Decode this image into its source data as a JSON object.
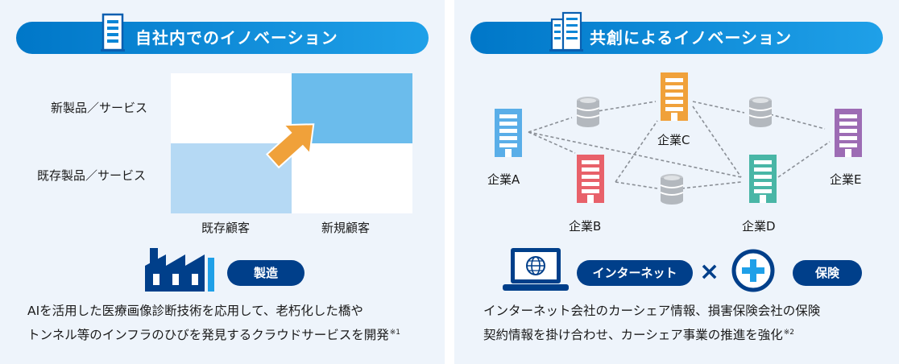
{
  "colors": {
    "title_bar": "#0a86d6",
    "matrix_dark": "#6bbcec",
    "matrix_light": "#b5d9f4",
    "arrow": "#f0a13a",
    "badge": "#003f8a",
    "company_a": "#5aaee8",
    "company_b": "#e8616a",
    "company_c": "#f0a13a",
    "company_d": "#49b6a6",
    "company_e": "#9d6cb4"
  },
  "left": {
    "title": "自社内でのイノベーション",
    "row_labels": [
      "新製品／サービス",
      "既存製品／サービス"
    ],
    "col_labels": [
      "既存顧客",
      "新規顧客"
    ],
    "badge": "製造",
    "desc_line1": "AIを活用した医療画像診断技術を応用して、老朽化した橋や",
    "desc_line2": "トンネル等のインフラのひびを発見するクラウドサービスを開発",
    "desc_note": "※1",
    "icons": {
      "title": "building-icon",
      "badge": "factory-icon"
    }
  },
  "right": {
    "title": "共創によるイノベーション",
    "companies": [
      "企業A",
      "企業B",
      "企業C",
      "企業D",
      "企業E"
    ],
    "badge_internet": "インターネット",
    "times": "×",
    "badge_insurance": "保険",
    "desc_line1": "インターネット会社のカーシェア情報、損害保険会社の保険",
    "desc_line2": "契約情報を掛け合わせ、カーシェア事業の推進を強化",
    "desc_note": "※2",
    "icons": {
      "title": "buildings-icon",
      "internet": "laptop-globe-icon",
      "insurance": "plus-circle-icon",
      "data": "database-icon"
    }
  }
}
